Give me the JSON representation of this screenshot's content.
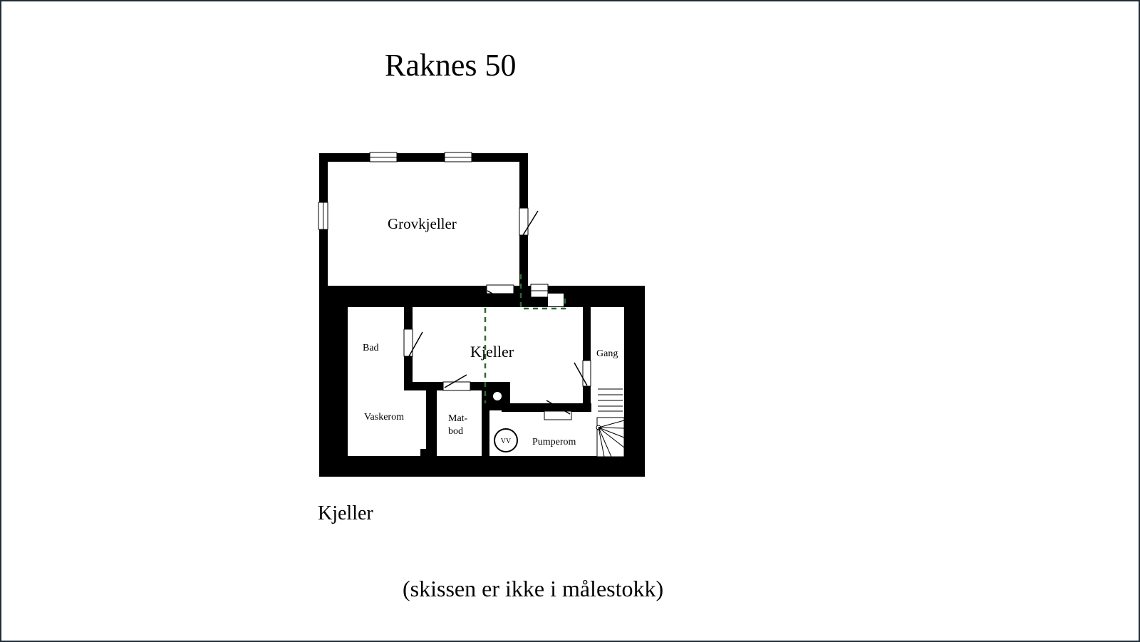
{
  "title": "Raknes 50",
  "floor_label": "Kjeller",
  "scale_note": "(skissen er ikke i målestokk)",
  "rooms": {
    "grovkjeller": "Grovkjeller",
    "kjeller": "Kjeller",
    "bad": "Bad",
    "vaskerom": "Vaskerom",
    "matbod_line1": "Mat-",
    "matbod_line2": "bod",
    "gang": "Gang",
    "pumperom": "Pumperom",
    "vv": "VV"
  },
  "colors": {
    "wall": "#000000",
    "frame": "#1e2d38",
    "dashed_line": "#2e6b2e"
  }
}
